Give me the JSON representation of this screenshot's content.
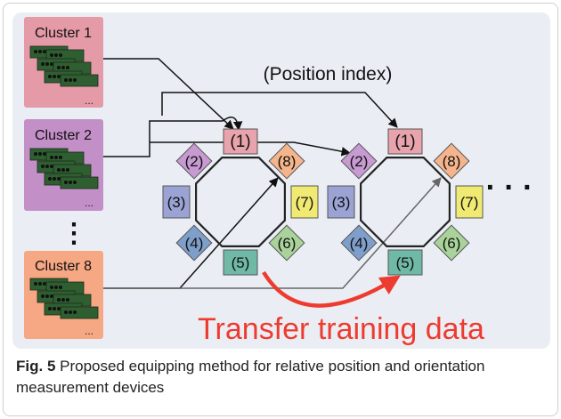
{
  "clusters": [
    {
      "label": "Cluster 1",
      "more": "...",
      "color": "#e59aa8"
    },
    {
      "label": "Cluster 2",
      "more": "...",
      "color": "#c38fc7"
    },
    {
      "label": "Cluster 8",
      "more": "...",
      "color": "#f6a783"
    }
  ],
  "cluster_gap": "⋮",
  "position_index_label": "(Position index)",
  "ring_positions": [
    {
      "label": "(1)",
      "color": "#e8a3ac"
    },
    {
      "label": "(2)",
      "color": "#c79ad1"
    },
    {
      "label": "(3)",
      "color": "#9aa3d3"
    },
    {
      "label": "(4)",
      "color": "#7f9fcb"
    },
    {
      "label": "(5)",
      "color": "#6fb9a6"
    },
    {
      "label": "(6)",
      "color": "#a9d39a"
    },
    {
      "label": "(7)",
      "color": "#f1ea72"
    },
    {
      "label": "(8)",
      "color": "#f4b48c"
    }
  ],
  "ellipsis": "· · ·",
  "transfer_label": "Transfer training data",
  "transfer_color": "#ee3b2f",
  "caption": {
    "label": "Fig. 5",
    "text": "Proposed equipping method for relative position and orientation measurement devices"
  }
}
